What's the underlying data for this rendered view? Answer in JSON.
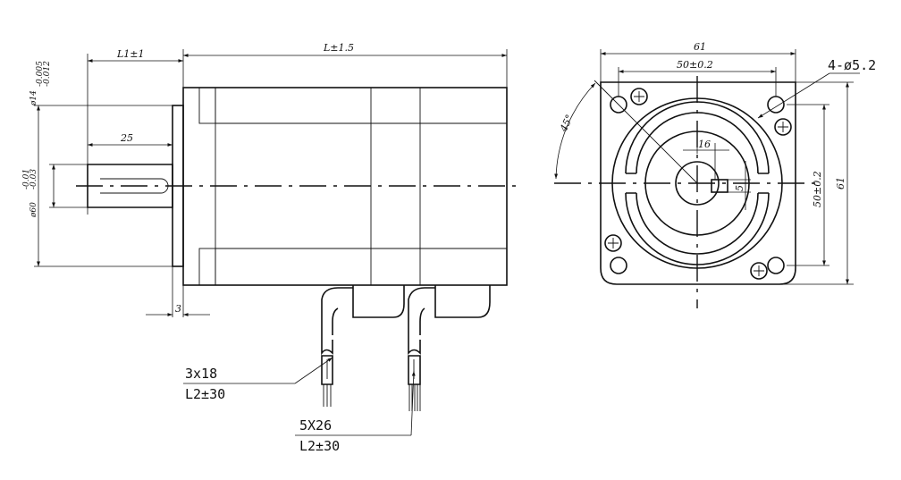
{
  "side_view": {
    "dim_l1": "L1±1",
    "dim_l": "L±1.5",
    "dim_shaft_len": "25",
    "dim_flange": "3",
    "dim_shaft_dia": "ø14",
    "dim_shaft_tol_top": "-0.005",
    "dim_shaft_tol_bot": "-0.012",
    "dim_pilot": "ø60",
    "dim_pilot_tol_top": "-0.01",
    "dim_pilot_tol_bot": "-0.03"
  },
  "cables": {
    "cable1_spec": "3x18",
    "cable1_len": "L2±30",
    "cable2_spec": "5X26",
    "cable2_len": "L2±30"
  },
  "front_view": {
    "dim_width": "61",
    "dim_hole_spacing_h": "50±0.2",
    "dim_holes": "4-ø5.2",
    "dim_angle": "45°",
    "dim_key_width": "16",
    "dim_key_depth": "5",
    "dim_hole_spacing_v": "50±0.2",
    "dim_height": "61"
  }
}
